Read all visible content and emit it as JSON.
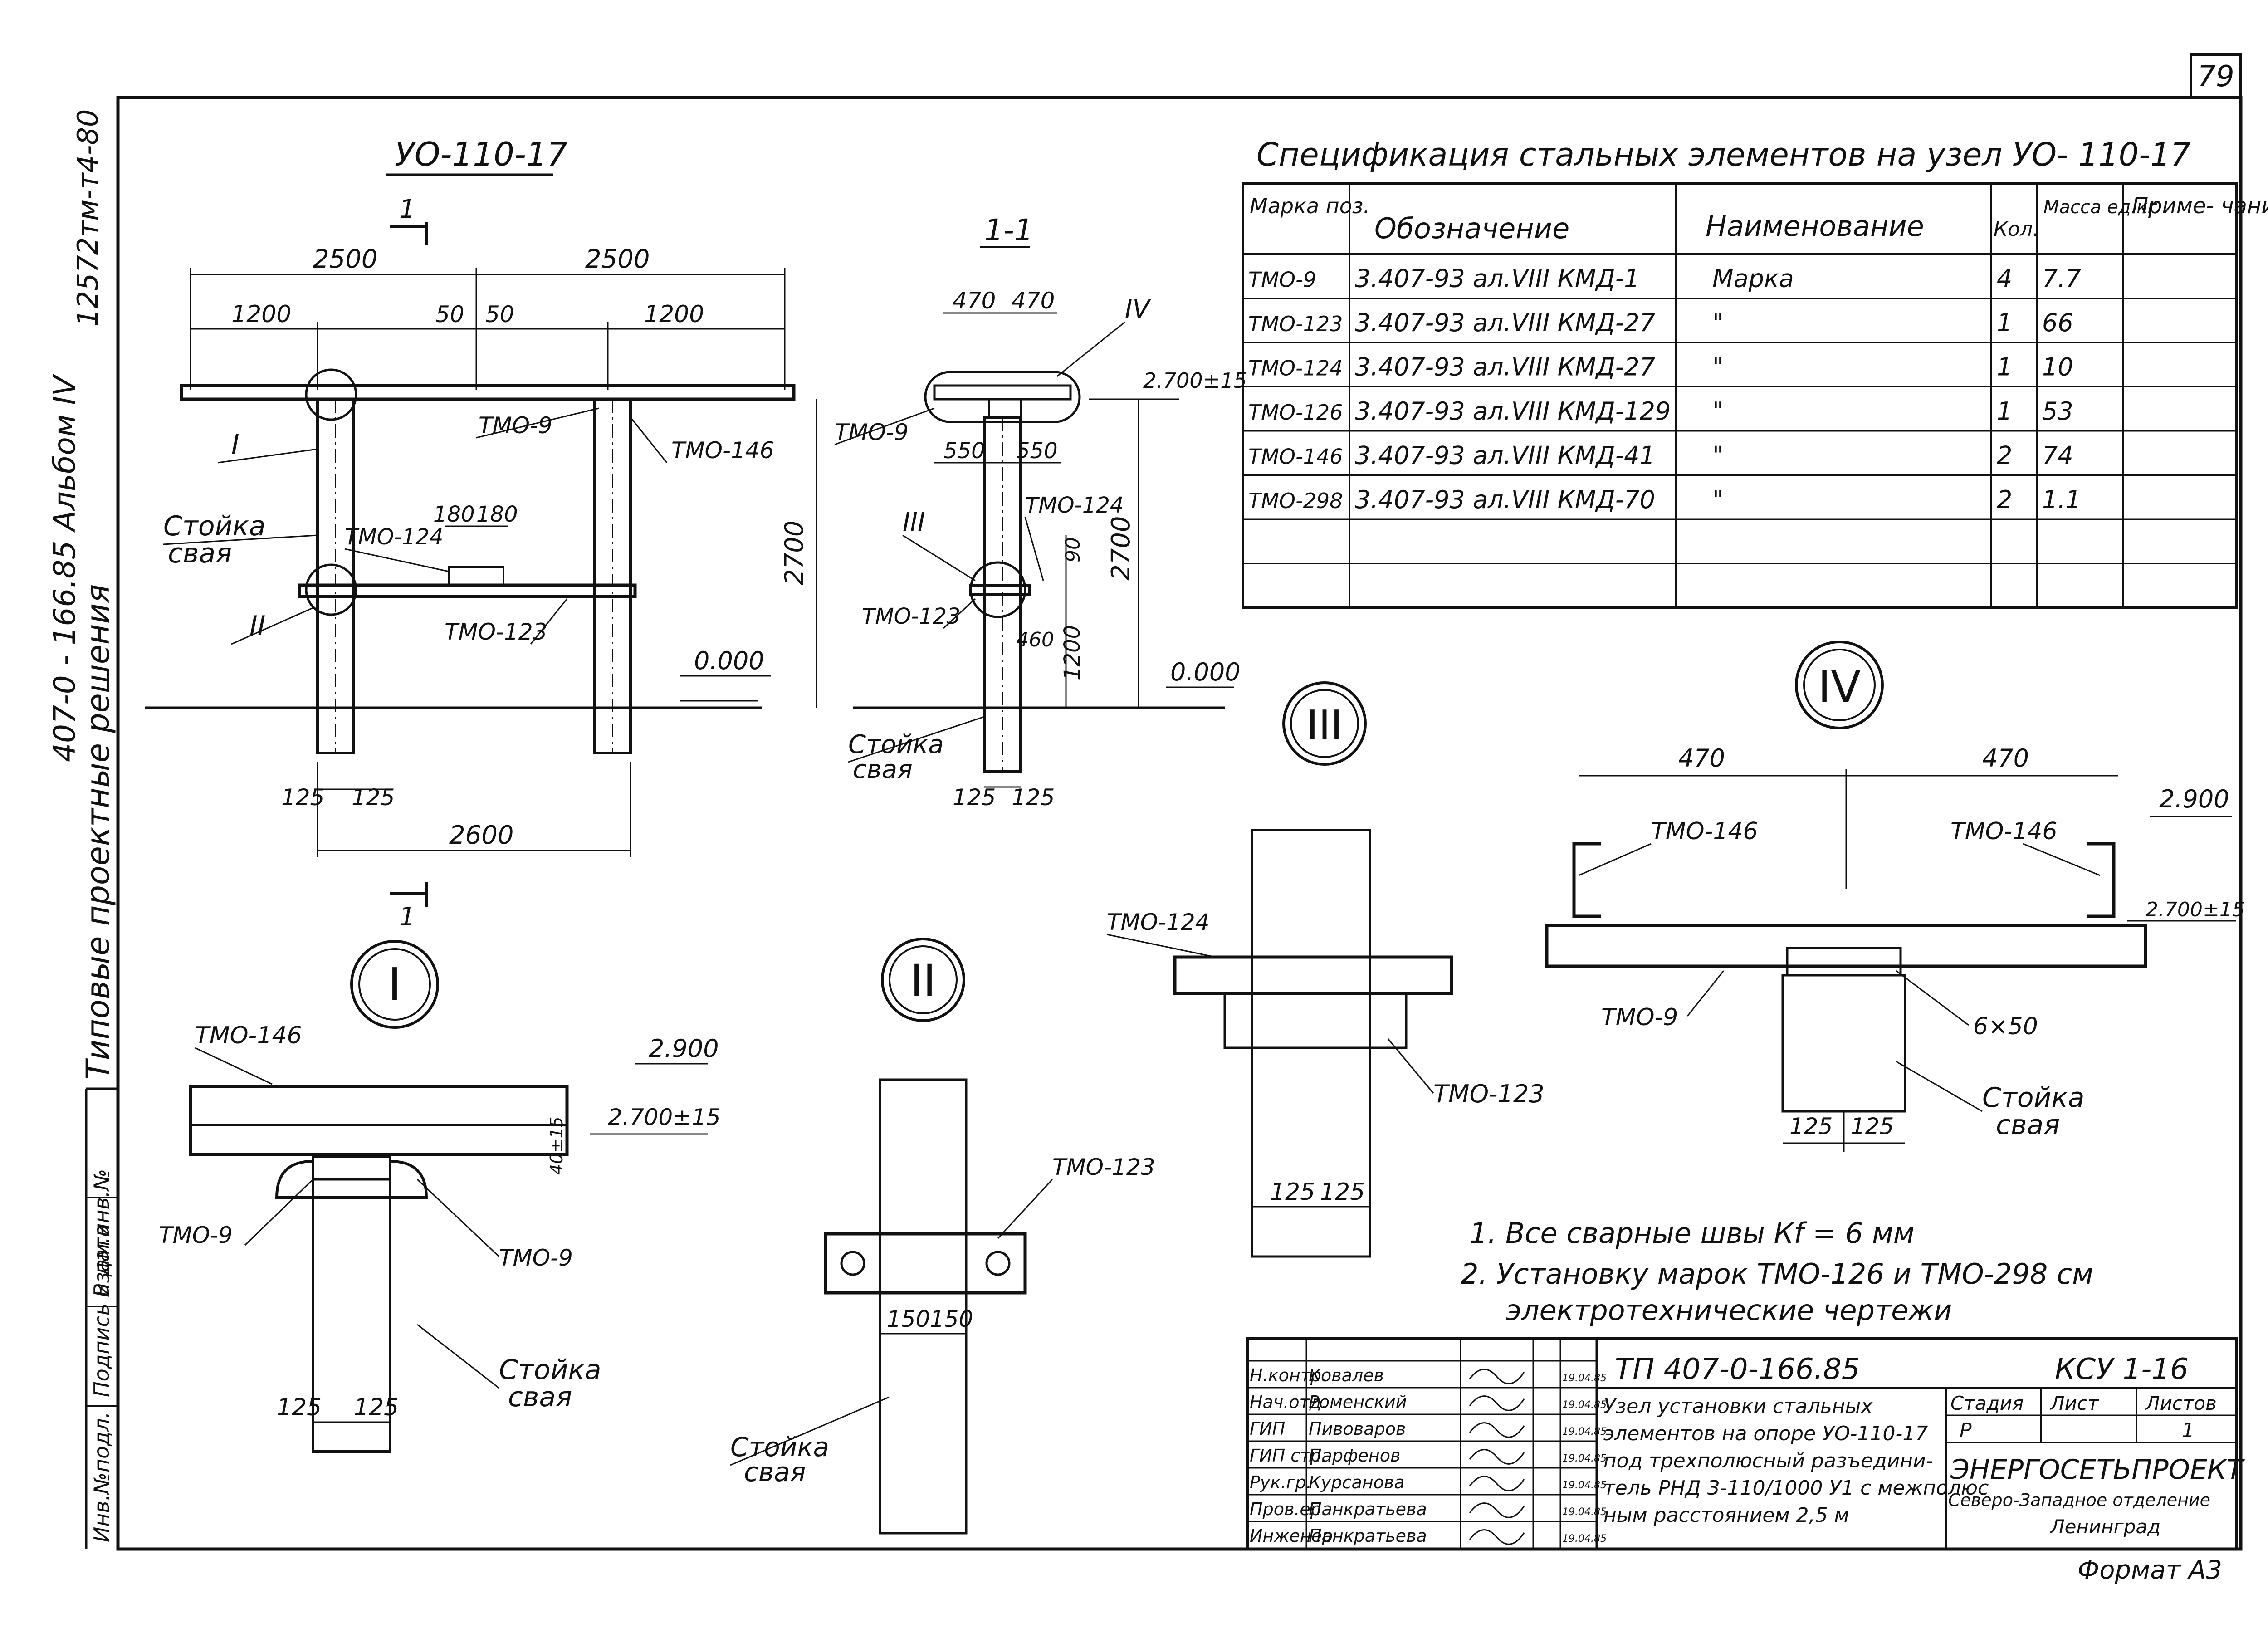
{
  "sheet": {
    "page_number": "79",
    "side_code": "12572тм-т4-80",
    "side_series": "Типовые проектные решения",
    "side_album": "407-0 - 166.85 Альбом IV",
    "side_fields": [
      "Инв.№подл.",
      "Подпись и дата",
      "Взам.инв.№"
    ],
    "format": "Формат А3"
  },
  "elevation": {
    "title": "УО-110-17",
    "dims": {
      "d2500a": "2500",
      "d2500b": "2500",
      "d1200a": "1200",
      "d1200b": "1200",
      "d50a": "50",
      "d50b": "50",
      "d180a": "180",
      "d180b": "180",
      "d2700": "2700",
      "d125a": "125",
      "d125b": "125",
      "d2600": "2600",
      "cut_top": "1",
      "cut_bottom": "1",
      "level0": "0.000"
    },
    "labels": {
      "tmo9": "ТМО-9",
      "tmo146": "ТМО-146",
      "tmo124": "ТМО-124",
      "tmo123": "ТМО-123",
      "stoyka1": "Стойка",
      "stoyka2": "свая",
      "node1": "I",
      "node2": "II"
    }
  },
  "section": {
    "title": "1-1",
    "dims": {
      "d470a": "470",
      "d470b": "470",
      "d550a": "550",
      "d550b": "550",
      "d90": "90",
      "d460": "460",
      "d1200": "1200",
      "d2700": "2700",
      "d125a": "125",
      "d125b": "125",
      "lvl2700": "2.700±15",
      "level0": "0.000"
    },
    "labels": {
      "tmo9": "ТМО-9",
      "tmo124": "ТМО-124",
      "tmo123": "ТМО-123",
      "node3": "III",
      "node4": "IV",
      "stoyka1": "Стойка",
      "stoyka2": "свая"
    }
  },
  "spec": {
    "title": "Спецификация стальных элементов на узел УО- 110-17",
    "headers": [
      "Марка поз.",
      "Обозначение",
      "Наименование",
      "Кол.",
      "Масса ед.кг",
      "Приме- чание"
    ],
    "rows": [
      [
        "ТМО-9",
        "3.407-93 ал.VIII КМД-1",
        "Марка",
        "4",
        "7.7",
        ""
      ],
      [
        "ТМО-123",
        "3.407-93 ал.VIII КМД-27",
        "\"",
        "1",
        "66",
        ""
      ],
      [
        "ТМО-124",
        "3.407-93 ал.VIII КМД-27",
        "\"",
        "1",
        "10",
        ""
      ],
      [
        "ТМО-126",
        "3.407-93 ал.VIII КМД-129",
        "\"",
        "1",
        "53",
        ""
      ],
      [
        "ТМО-146",
        "3.407-93 ал.VIII КМД-41",
        "\"",
        "2",
        "74",
        ""
      ],
      [
        "ТМО-298",
        "3.407-93 ал.VIII КМД-70",
        "\"",
        "2",
        "1.1",
        ""
      ],
      [
        "",
        "",
        "",
        "",
        "",
        ""
      ],
      [
        "",
        "",
        "",
        "",
        "",
        ""
      ]
    ]
  },
  "detail1": {
    "marker": "I",
    "labels": {
      "tmo146": "ТМО-146",
      "lvl2900": "2.900",
      "lvl2700": "2.700±15",
      "d40": "40±15",
      "tmo9a": "ТМО-9",
      "tmo9b": "ТМО-9",
      "stoyka1": "Стойка",
      "stoyka2": "свая",
      "d125a": "125",
      "d125b": "125"
    }
  },
  "detail2": {
    "marker": "II",
    "labels": {
      "tmo123": "ТМО-123",
      "d150a": "150",
      "d150b": "150",
      "stoyka1": "Стойка",
      "stoyka2": "свая"
    }
  },
  "detail3": {
    "marker": "III",
    "labels": {
      "tmo124": "ТМО-124",
      "tmo123": "ТМО-123",
      "d125a": "125",
      "d125b": "125"
    }
  },
  "detail4": {
    "marker": "IV",
    "labels": {
      "d470a": "470",
      "d470b": "470",
      "lvl2900": "2.900",
      "lvl2700": "2.700±15",
      "tmo146a": "ТМО-146",
      "tmo146b": "ТМО-146",
      "tmo9": "ТМО-9",
      "weld": "6×50",
      "stoyka1": "Стойка",
      "stoyka2": "свая",
      "d125a": "125",
      "d125b": "125"
    }
  },
  "notes": [
    "1. Все сварные швы Кf = 6 мм",
    "2. Установку марок ТМО-126 и ТМО-298 см",
    "электротехнические чертежи"
  ],
  "stamp": {
    "doc_code": "ТП 407-0-166.85",
    "sheet_code": "КСУ 1-16",
    "roles": [
      [
        "Н.контр.",
        "Ковалев",
        "19.04.85"
      ],
      [
        "Нач.отд.",
        "Роменский",
        "19.04.85"
      ],
      [
        "ГИП",
        "Пивоваров",
        "19.04.85"
      ],
      [
        "ГИП стр.",
        "Парфенов",
        "19.04.85"
      ],
      [
        "Рук.гр.",
        "Курсанова",
        "19.04.85"
      ],
      [
        "Пров.ер.",
        "Панкратьева",
        "19.04.85"
      ],
      [
        "Инженер",
        "Панкратьева",
        "19.04.85"
      ]
    ],
    "description": [
      "Узел установки стальных",
      "элементов на опоре УО-110-17",
      "под трехполюсный разъедини-",
      "тель РНД 3-110/1000 У1 с межполюс",
      "ным расстоянием 2,5 м"
    ],
    "stage_header": "Стадия",
    "sheet_header": "Лист",
    "sheets_header": "Листов",
    "stage": "Р",
    "sheet": "",
    "sheets": "1",
    "org1": "ЭНЕРГОСЕТЬПРОЕКТ",
    "org2": "Северо-Западное отделение",
    "org3": "Ленинград"
  }
}
